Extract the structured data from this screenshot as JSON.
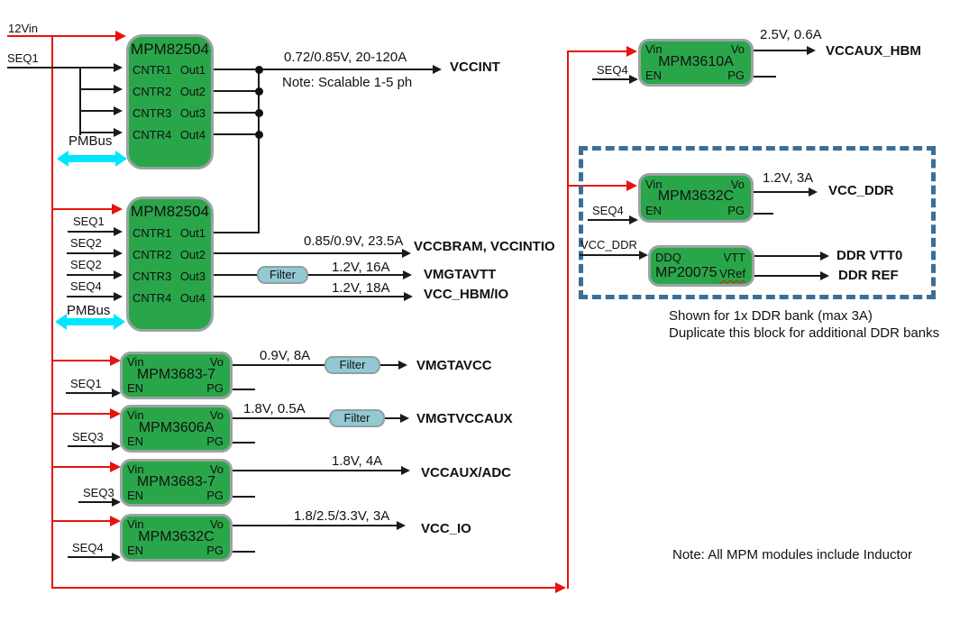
{
  "source_label": "12Vin",
  "seq_top": "SEQ1",
  "b1": {
    "title": "MPM82504",
    "pmbus": "PMBus",
    "ports_in": [
      "CNTR1",
      "CNTR2",
      "CNTR3",
      "CNTR4"
    ],
    "ports_out": [
      "Out1",
      "Out2",
      "Out3",
      "Out4"
    ],
    "value": "0.72/0.85V, 20-120A",
    "note": "Note: Scalable 1-5 ph",
    "rail": "VCCINT"
  },
  "b2": {
    "title": "MPM82504",
    "pmbus": "PMBus",
    "seq": [
      "SEQ1",
      "SEQ2",
      "SEQ2",
      "SEQ4"
    ],
    "ports_in": [
      "CNTR1",
      "CNTR2",
      "CNTR3",
      "CNTR4"
    ],
    "ports_out": [
      "Out1",
      "Out2",
      "Out3",
      "Out4"
    ],
    "out2": {
      "value": "0.85/0.9V, 23.5A",
      "rail": "VCCBRAM, VCCINTIO"
    },
    "out3": {
      "value": "1.2V, 16A",
      "filter": "Filter",
      "rail": "VMGTAVTT"
    },
    "out4": {
      "value": "1.2V, 18A",
      "rail": "VCC_HBM/IO"
    }
  },
  "b3": {
    "title": "MPM3683-7",
    "vin": "Vin",
    "vo": "Vo",
    "en": "EN",
    "pg": "PG",
    "seq": "SEQ1",
    "value": "0.9V, 8A",
    "filter": "Filter",
    "rail": "VMGTAVCC"
  },
  "b4": {
    "title": "MPM3606A",
    "vin": "Vin",
    "vo": "Vo",
    "en": "EN",
    "pg": "PG",
    "seq": "SEQ3",
    "value": "1.8V, 0.5A",
    "filter": "Filter",
    "rail": "VMGTVCCAUX"
  },
  "b5": {
    "title": "MPM3683-7",
    "vin": "Vin",
    "vo": "Vo",
    "en": "EN",
    "pg": "PG",
    "seq": "SEQ3",
    "value": "1.8V, 4A",
    "rail": "VCCAUX/ADC"
  },
  "b6": {
    "title": "MPM3632C",
    "vin": "Vin",
    "vo": "Vo",
    "en": "EN",
    "pg": "PG",
    "seq": "SEQ4",
    "value": "1.8/2.5/3.3V, 3A",
    "rail": "VCC_IO"
  },
  "b7": {
    "title": "MPM3610A",
    "vin": "Vin",
    "vo": "Vo",
    "en": "EN",
    "pg": "PG",
    "seq": "SEQ4",
    "value": "2.5V, 0.6A",
    "rail": "VCCAUX_HBM"
  },
  "b8": {
    "title": "MPM3632C",
    "vin": "Vin",
    "vo": "Vo",
    "en": "EN",
    "pg": "PG",
    "seq": "SEQ4",
    "value": "1.2V, 3A",
    "rail": "VCC_DDR"
  },
  "b9": {
    "title": "MP20075",
    "ddq": "DDQ",
    "vtt": "VTT",
    "vref": "VRef",
    "input": "VCC_DDR",
    "rail_vtt": "DDR VTT0",
    "rail_ref": "DDR REF"
  },
  "ddr_note1": "Shown for 1x DDR bank (max 3A)",
  "ddr_note2": "Duplicate this block for additional DDR banks",
  "bottom_note": "Note: All MPM modules include Inductor",
  "colors": {
    "module_green": "#2aa64a",
    "filter_teal": "#93c9d3",
    "wire_red": "#e8120c",
    "pmbus_cyan": "#00e6ff",
    "ddr_box_border": "#3c6e96"
  }
}
